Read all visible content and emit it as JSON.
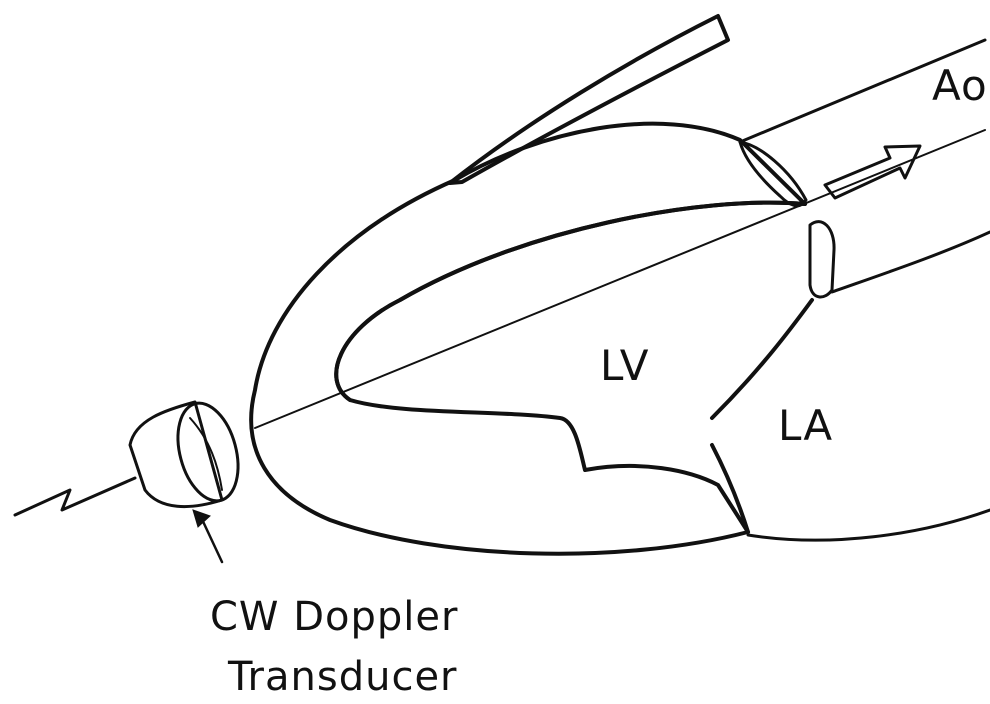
{
  "labels": {
    "aorta": "Ao",
    "left_ventricle": "LV",
    "left_atrium": "LA",
    "transducer_line1": "CW Doppler",
    "transducer_line2": "Transducer"
  },
  "colors": {
    "ink": "#111111",
    "myocardium_fill": "#c9c9c9",
    "valve_fill": "#555555",
    "background": "#ffffff"
  }
}
